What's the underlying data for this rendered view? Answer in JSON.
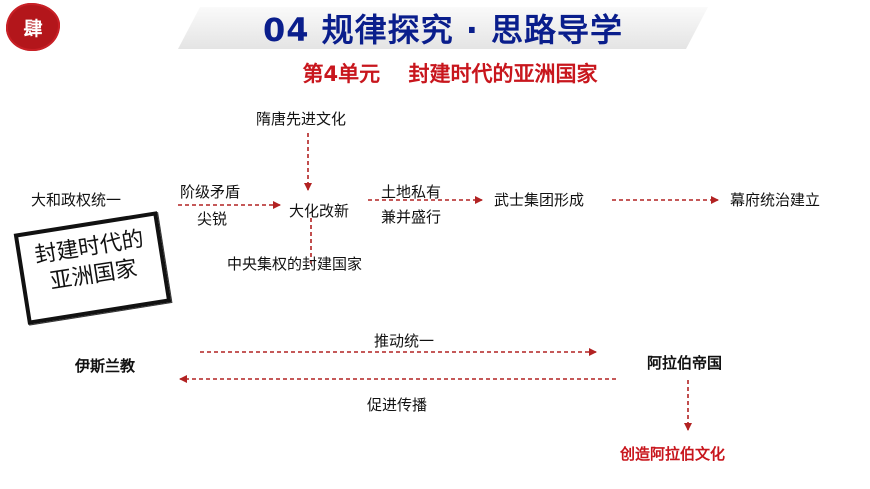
{
  "header": {
    "badge": "肆",
    "title": "04 规律探究 · 思路导学",
    "subtitle": "第4单元　 封建时代的亚洲国家"
  },
  "stamp": {
    "line1": "封建时代的",
    "line2": "亚洲国家"
  },
  "japan_flow": {
    "influence": "隋唐先进文化",
    "start": "大和政权统一",
    "cause_line1": "阶级矛盾",
    "cause_line2": "尖锐",
    "reform": "大化改新",
    "result": "中央集权的封建国家",
    "land_line1": "土地私有",
    "land_line2": "兼并盛行",
    "samurai": "武士集团形成",
    "shogunate": "幕府统治建立"
  },
  "arab_flow": {
    "islam": "伊斯兰教",
    "empire": "阿拉伯帝国",
    "push_label": "推动统一",
    "spread_label": "促进传播",
    "culture": "创造阿拉伯文化"
  },
  "colors": {
    "title_blue": "#0a1e8c",
    "accent_red": "#c8161d",
    "arrow_red": "#b22222"
  }
}
